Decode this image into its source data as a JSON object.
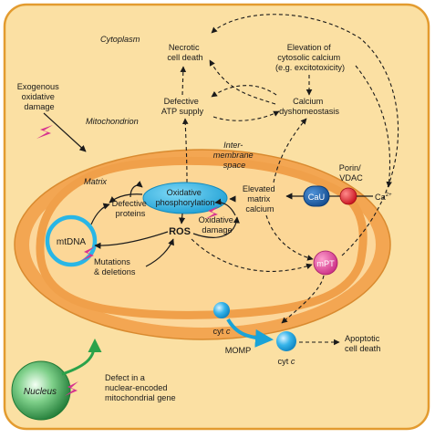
{
  "labels": {
    "cytoplasm": "Cytoplasm",
    "mitochondrion": "Mitochondrion",
    "intermembrane_space": [
      "Inter-",
      "membrane",
      "space"
    ],
    "matrix": "Matrix",
    "exogenous_damage": [
      "Exogenous",
      "oxidative",
      "damage"
    ],
    "necrotic_death": [
      "Necrotic",
      "cell death"
    ],
    "elevation_calcium": [
      "Elevation of",
      "cytosolic calcium",
      "(e.g. excitotoxicity)"
    ],
    "defective_atp": [
      "Defective",
      "ATP supply"
    ],
    "calcium_dyshomeostasis": [
      "Calcium",
      "dyshomeostasis"
    ],
    "oxphos": [
      "Oxidative",
      "phosphorylation"
    ],
    "elevated_matrix_calcium": [
      "Elevated",
      "matrix",
      "calcium"
    ],
    "porin_vdac": [
      "Porin/",
      "VDAC"
    ],
    "cau": "CaU",
    "ca2": "Ca",
    "ca2_sup": "2+",
    "defective_proteins": [
      "Defective",
      "proteins"
    ],
    "mtdna": "mtDNA",
    "ros": "ROS",
    "oxidative_damage": [
      "Oxidative",
      "damage"
    ],
    "mutations": [
      "Mutations",
      "& deletions"
    ],
    "mpt": "mPT",
    "cytc_inner": [
      "cyt ",
      "c"
    ],
    "cytc_outer": [
      "cyt ",
      "c"
    ],
    "momp": "MOMP",
    "apoptotic": [
      "Apoptotic",
      "cell death"
    ],
    "nucleus": "Nucleus",
    "defect_nuclear": [
      "Defect in a",
      "nuclear-encoded",
      "mitochondrial gene"
    ]
  },
  "colors": {
    "cell_fill": "#fbe0a3",
    "cell_border": "#e39b2f",
    "outer_membrane": "#f0a04a",
    "inner_membrane": "#f8c27a",
    "matrix": "#fcd89a",
    "oxphos": "#29b6e6",
    "cau": "#1c5fa8",
    "porin": "#e0202a",
    "mpt": "#e0479a",
    "lightning": "#d6338f",
    "nucleus": "#2e9a4a",
    "green_arrow": "#2aa24a",
    "blue_arrow": "#1aa3d8"
  },
  "icons": {
    "damage": "lightning-bolt-icon"
  }
}
